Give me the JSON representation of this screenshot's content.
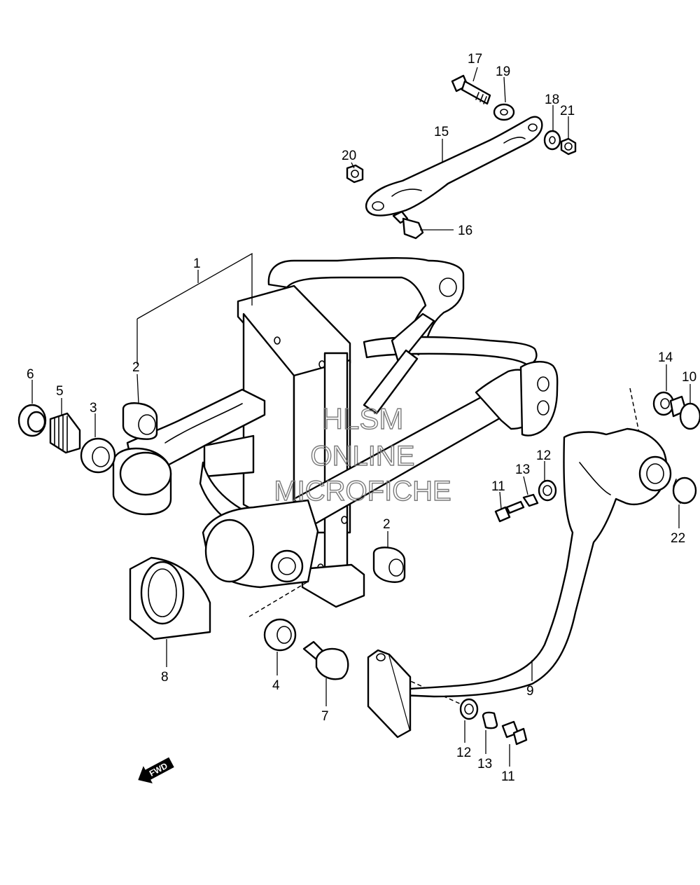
{
  "watermark": {
    "line1": "HLSM",
    "line2": "ONLINE",
    "line3": "MICROFICHE"
  },
  "direction_arrow": {
    "label": "FWD",
    "icon": "fwd-arrow-icon"
  },
  "callouts": [
    "17",
    "19",
    "18",
    "21",
    "15",
    "20",
    "16",
    "1",
    "2",
    "6",
    "5",
    "3",
    "14",
    "10",
    "12",
    "13",
    "11",
    "22",
    "2",
    "8",
    "4",
    "7",
    "9",
    "12",
    "13",
    "11"
  ]
}
